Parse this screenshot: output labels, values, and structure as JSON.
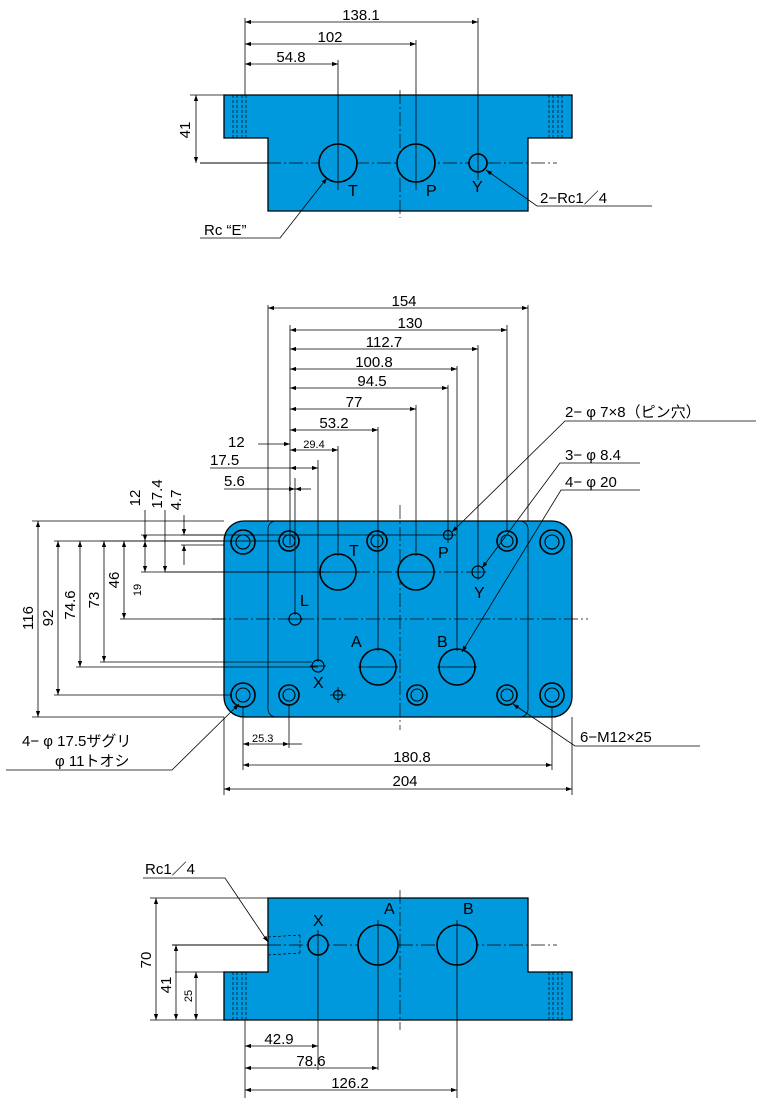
{
  "top_view": {
    "dims": {
      "d138": "138.1",
      "d102": "102",
      "d54": "54.8",
      "d41": "41"
    },
    "ports": {
      "t": "T",
      "p": "P",
      "y": "Y"
    },
    "notes": {
      "rc_e": "Rc “E”",
      "rc14": "2−Rc1／4"
    }
  },
  "plan_view": {
    "dims_top": {
      "d154": "154",
      "d130": "130",
      "d112": "112.7",
      "d100": "100.8",
      "d94": "94.5",
      "d77": "77",
      "d53": "53.2",
      "d29": "29.4",
      "d12": "12",
      "d17": "17.5",
      "d5": "5.6"
    },
    "dims_left": {
      "v12": "12",
      "v17": "17.4",
      "v4": "4.7",
      "v116": "116",
      "v92": "92",
      "v74": "74.6",
      "v73": "73",
      "v46": "46",
      "v19": "19"
    },
    "dims_bottom": {
      "d25": "25.3",
      "d180": "180.8",
      "d204": "204"
    },
    "ports": {
      "t": "T",
      "p": "P",
      "y": "Y",
      "l": "L",
      "a": "A",
      "b": "B",
      "x": "X"
    },
    "notes": {
      "pin": "2− φ 7×8（ピン穴）",
      "h84": "3− φ 8.4",
      "h20": "4− φ 20",
      "cb1": "4− φ 17.5ザグリ",
      "cb2": "φ 11トオシ",
      "m12": "6−M12×25"
    }
  },
  "front_view": {
    "dims": {
      "d70": "70",
      "d41": "41",
      "d25": "25",
      "d42": "42.9",
      "d78": "78.6",
      "d126": "126.2"
    },
    "ports": {
      "x": "X",
      "a": "A",
      "b": "B"
    },
    "notes": {
      "rc14": "Rc1／4"
    }
  }
}
